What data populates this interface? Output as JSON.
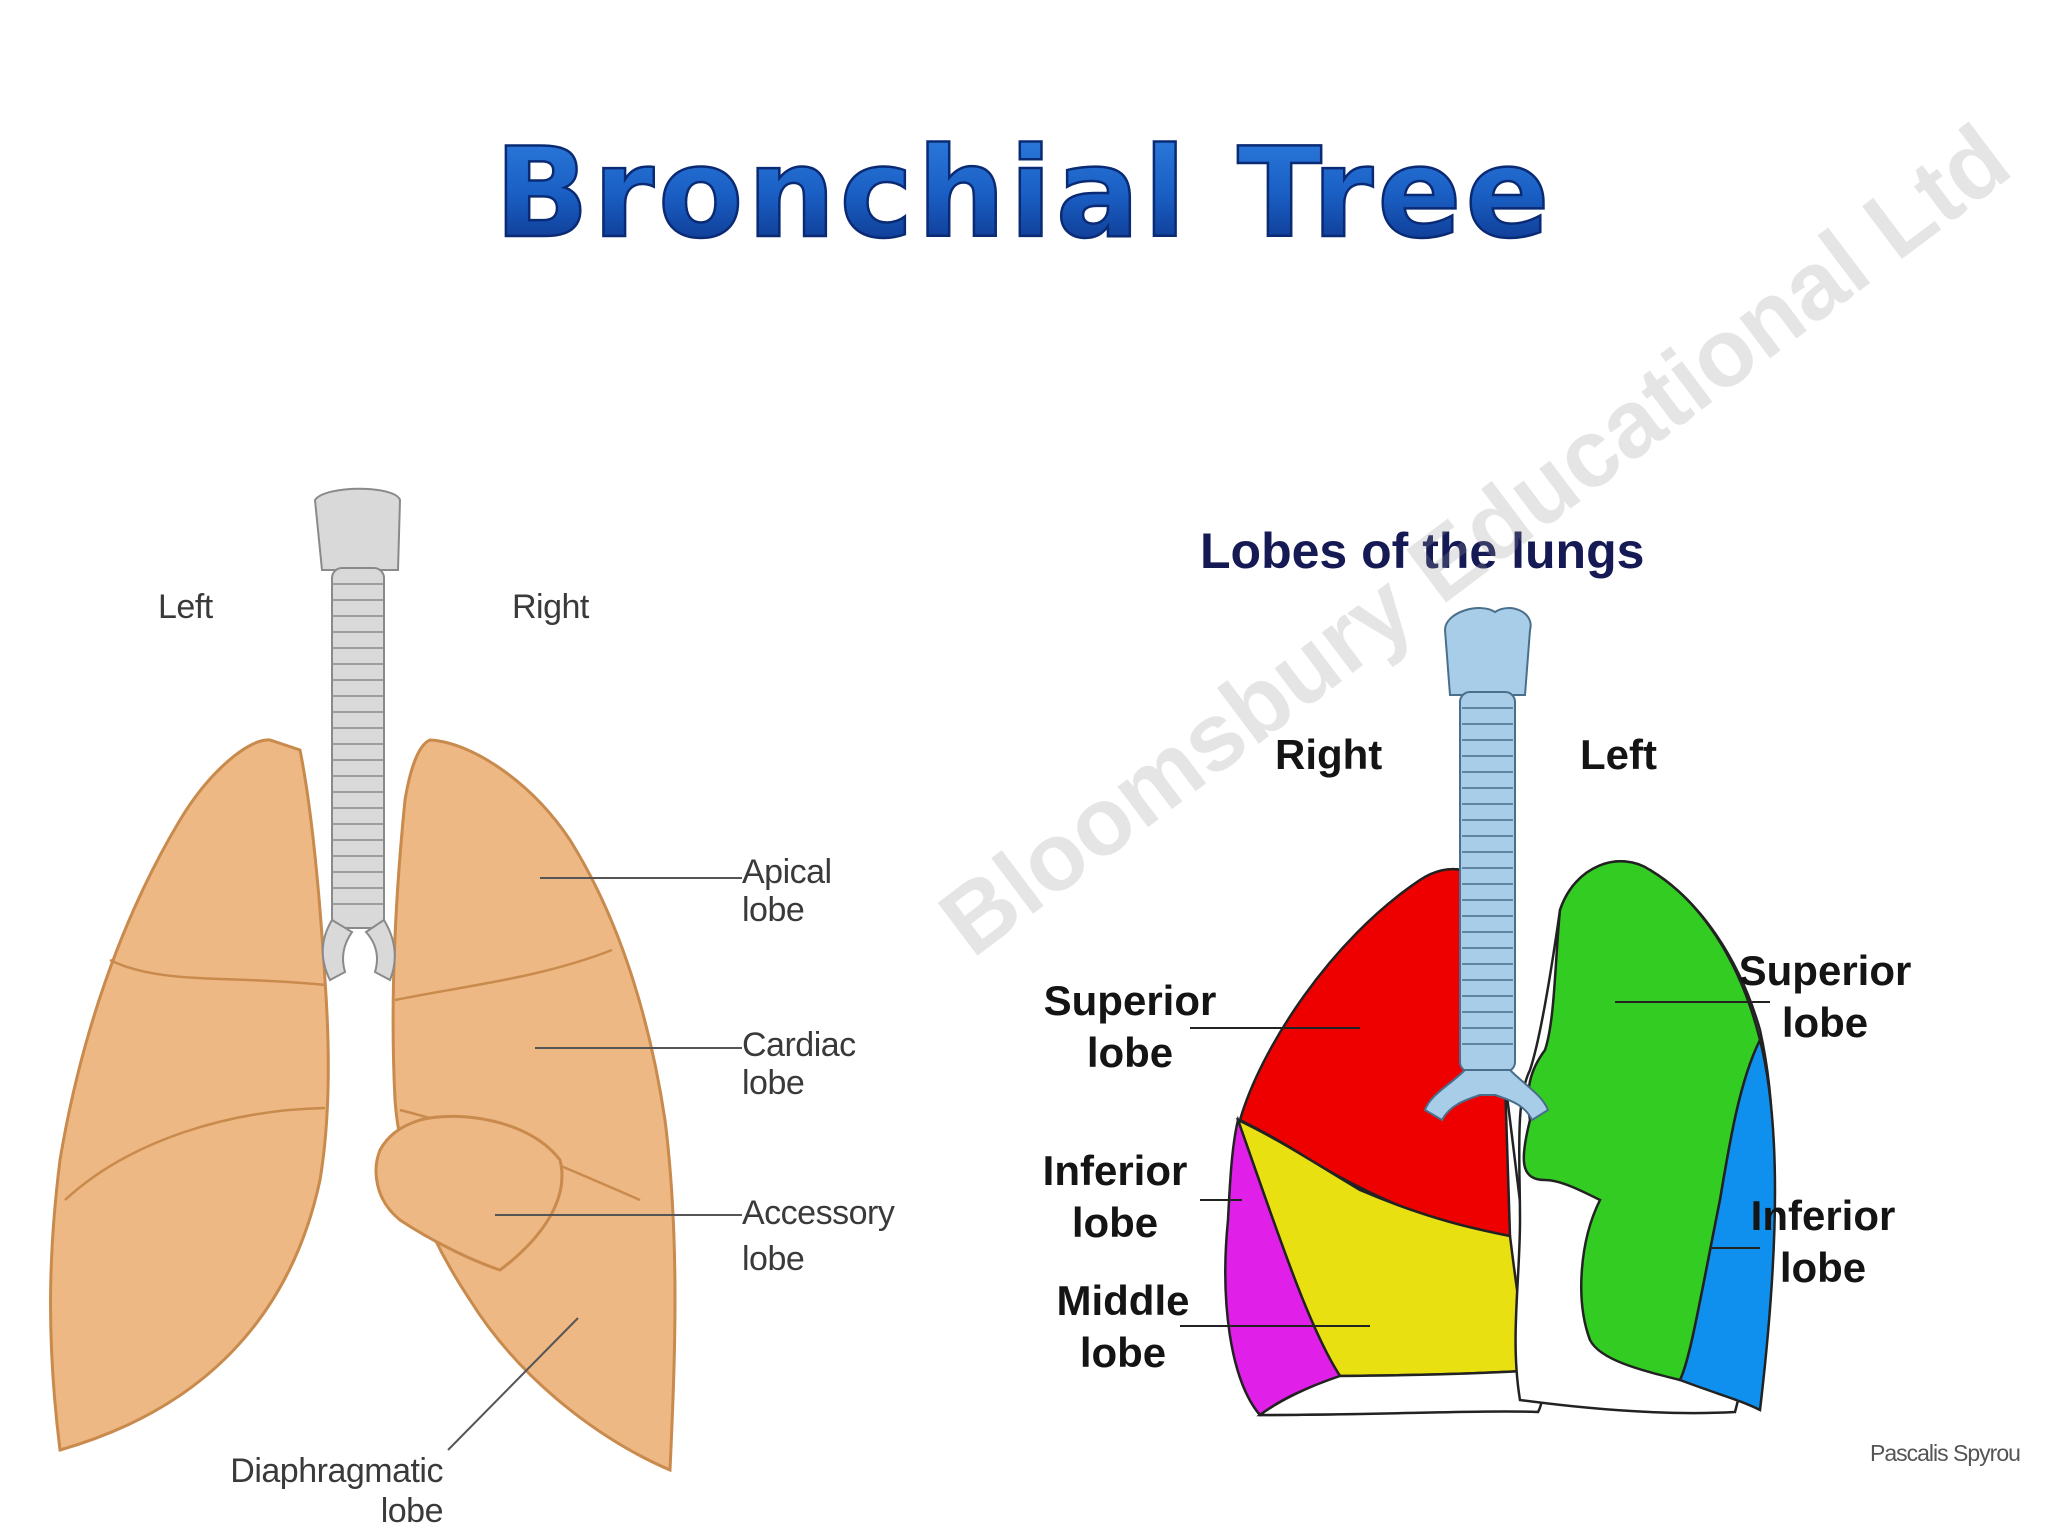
{
  "title": "Bronchial Tree",
  "colors": {
    "title_top": "#1d63c8",
    "title_bottom": "#0b2f86",
    "lung_fill": "#edb883",
    "lung_stroke": "#c98a4d",
    "trachea": "#d9d9d9",
    "superior_right": "#ee0000",
    "middle_right": "#e8e010",
    "inferior_right": "#e020e8",
    "superior_left": "#33cc22",
    "inferior_left": "#1090ee",
    "trachea_blue": "#a7cde9"
  },
  "left_diagram": {
    "left_label": "Left",
    "right_label": "Right",
    "apical": {
      "line1": "Apical",
      "line2": "lobe"
    },
    "cardiac": {
      "line1": "Cardiac",
      "line2": "lobe"
    },
    "accessory": {
      "line1": "Accessory",
      "line2": "lobe"
    },
    "diaphragmatic": {
      "line1": "Diaphragmatic",
      "line2": "lobe"
    }
  },
  "right_diagram": {
    "title": "Lobes of the lungs",
    "right_label": "Right",
    "left_label": "Left",
    "superior_right": {
      "line1": "Superior",
      "line2": "lobe"
    },
    "inferior_right": {
      "line1": "Inferior",
      "line2": "lobe"
    },
    "middle_right": {
      "line1": "Middle",
      "line2": "lobe"
    },
    "superior_left": {
      "line1": "Superior",
      "line2": "lobe"
    },
    "inferior_left": {
      "line1": "Inferior",
      "line2": "lobe"
    },
    "watermark": "Bloomsbury Educational Ltd",
    "credit": "Pascalis Spyrou"
  }
}
